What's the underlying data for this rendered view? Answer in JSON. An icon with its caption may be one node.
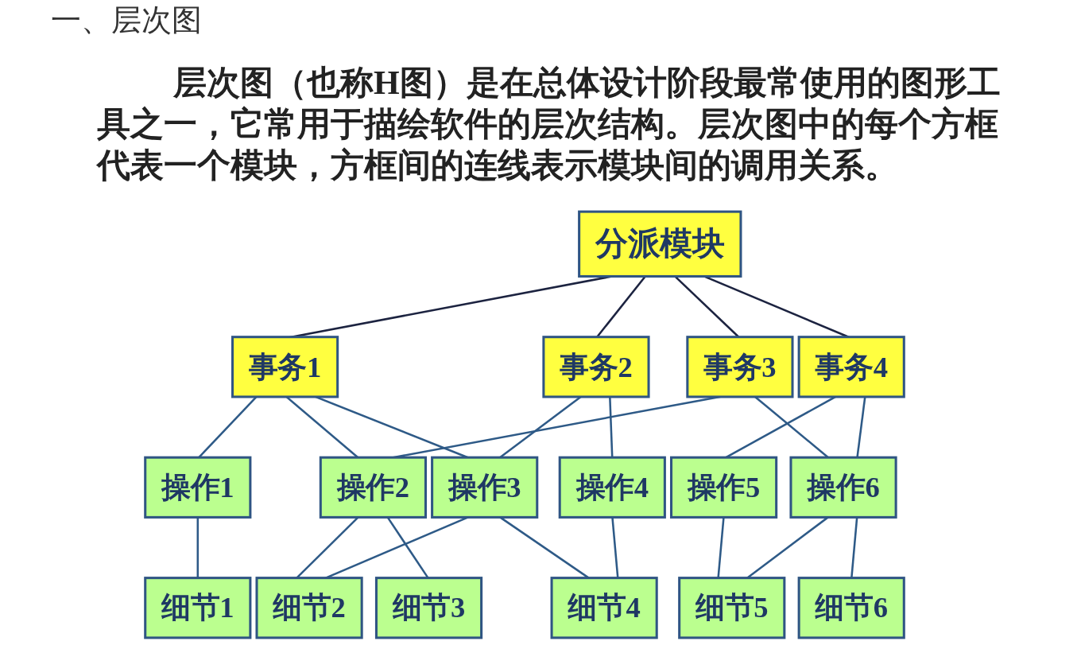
{
  "diagram": {
    "title": "一、层次图",
    "nodes": [
      {
        "text": [
          "分派模块"
        ]
      },
      {
        "text": [
          "事务1"
        ]
      },
      {
        "text": [
          "事务2"
        ]
      },
      {
        "text": [
          "事务3"
        ]
      },
      {
        "text": [
          "事务4"
        ]
      },
      {
        "text": [
          "操作1"
        ]
      },
      {
        "text": [
          "操作2"
        ]
      },
      {
        "text": [
          "操作3"
        ]
      },
      {
        "text": [
          "操作4"
        ]
      },
      {
        "text": [
          "操作5"
        ]
      },
      {
        "text": [
          "操作6"
        ]
      },
      {
        "text": [
          "细节1"
        ]
      },
      {
        "text": [
          "细节2"
        ]
      },
      {
        "text": [
          "细节3"
        ]
      },
      {
        "text": [
          "细节4"
        ]
      },
      {
        "text": [
          "细节5"
        ]
      },
      {
        "text": [
          "细节6"
        ]
      }
    ],
    "edges": [
      {
        "from": 0,
        "to": 1,
        "arrow": "none",
        "color": "#1c2340"
      },
      {
        "from": 0,
        "to": 2,
        "arrow": "none",
        "color": "#1c2340"
      },
      {
        "from": 0,
        "to": 3,
        "arrow": "none",
        "color": "#1c2340"
      },
      {
        "from": 0,
        "to": 4,
        "arrow": "none",
        "color": "#1c2340"
      },
      {
        "from": 1,
        "to": 5,
        "arrow": "none"
      },
      {
        "from": 1,
        "to": 6,
        "arrow": "none"
      },
      {
        "from": 1,
        "to": 7,
        "arrow": "none"
      },
      {
        "from": 2,
        "to": 7,
        "arrow": "none"
      },
      {
        "from": 2,
        "to": 8,
        "arrow": "none"
      },
      {
        "from": 3,
        "to": 6,
        "arrow": "none"
      },
      {
        "from": 3,
        "to": 10,
        "arrow": "none"
      },
      {
        "from": 4,
        "to": 9,
        "arrow": "none"
      },
      {
        "from": 4,
        "to": 10,
        "arrow": "none"
      },
      {
        "from": 5,
        "to": 11,
        "arrow": "none"
      },
      {
        "from": 6,
        "to": 12,
        "arrow": "none"
      },
      {
        "from": 6,
        "to": 13,
        "arrow": "none"
      },
      {
        "from": 7,
        "to": 12,
        "arrow": "none"
      },
      {
        "from": 7,
        "to": 14,
        "arrow": "none"
      },
      {
        "from": 8,
        "to": 14,
        "arrow": "none"
      },
      {
        "from": 9,
        "to": 15,
        "arrow": "none"
      },
      {
        "from": 10,
        "to": 15,
        "arrow": "none"
      },
      {
        "from": 10,
        "to": 16,
        "arrow": "none"
      }
    ],
    "labels": [
      "层次图（也称H图）是在总体设计阶段最常使用的图形工具之一，它常用于描绘软件的层次结构。层次图中的每个方框代表一个模块，方框间的连线表示模块间的调用关系。"
    ]
  }
}
